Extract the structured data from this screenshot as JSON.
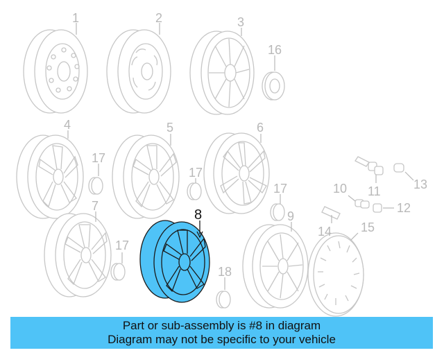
{
  "callouts": [
    "1",
    "2",
    "3",
    "16",
    "4",
    "5",
    "6",
    "17",
    "17",
    "17",
    "17",
    "7",
    "8",
    "9",
    "10",
    "11",
    "12",
    "13",
    "14",
    "15",
    "18"
  ],
  "highlighted_callout": "8",
  "banner": {
    "line1": "Part or sub-assembly is #8 in diagram",
    "line2": "Diagram may not be specific to your vehicle"
  },
  "colors": {
    "highlight": "#4fc3f7",
    "ghost_line": "#c6c6c6",
    "banner_bg": "#4fc3f7"
  }
}
